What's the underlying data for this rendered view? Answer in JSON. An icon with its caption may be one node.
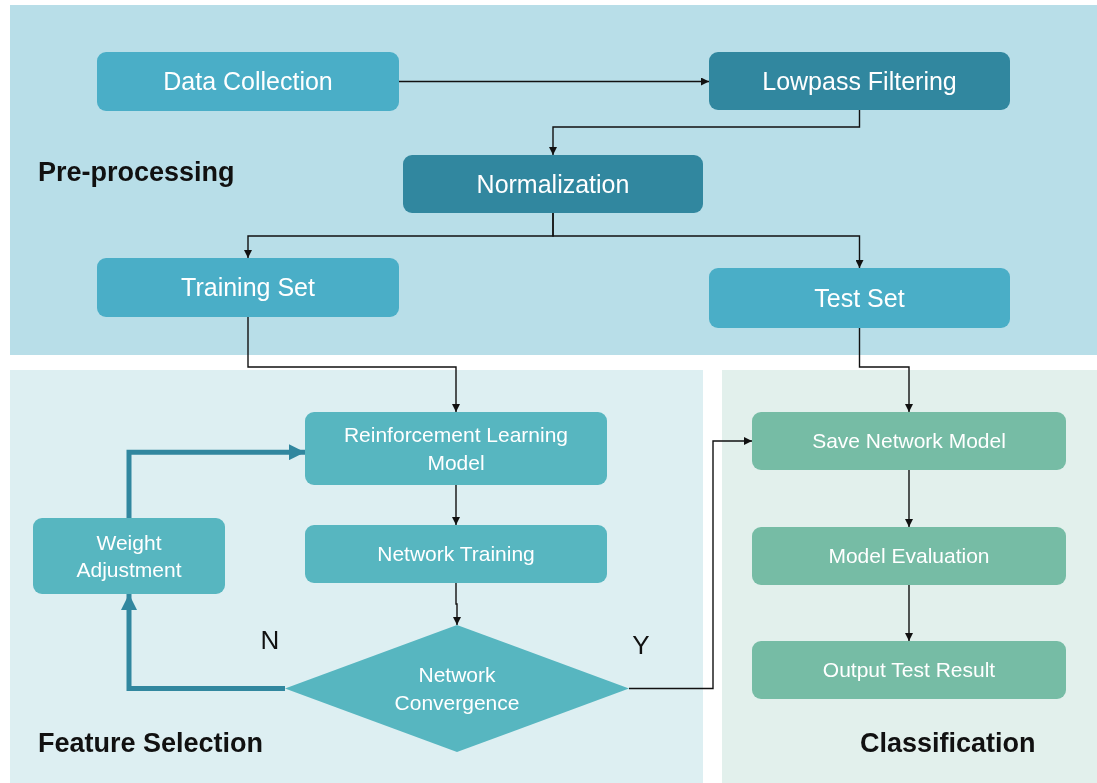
{
  "diagram": {
    "nodes": [
      {
        "text": [
          "Pre-processing"
        ]
      },
      {
        "text": [
          "Data Collection"
        ],
        "in": 0
      },
      {
        "text": [
          "Lowpass Filtering"
        ],
        "in": 0
      },
      {
        "text": [
          "Normalization"
        ],
        "in": 0
      },
      {
        "text": [
          "Training Set"
        ],
        "in": 0
      },
      {
        "text": [
          "Test Set"
        ],
        "in": 0
      },
      {
        "text": [
          "Feature Selection"
        ]
      },
      {
        "text": [
          "Reinforcement Learning Model"
        ],
        "in": 6
      },
      {
        "text": [
          "Network Training"
        ],
        "in": 6
      },
      {
        "text": [
          "Weight Adjustment"
        ],
        "in": 6
      },
      {
        "text": [
          "Network Convergence"
        ],
        "in": 6
      },
      {
        "text": [
          "Classification"
        ]
      },
      {
        "text": [
          "Save Network Model"
        ],
        "in": 11
      },
      {
        "text": [
          "Model Evaluation"
        ],
        "in": 11
      },
      {
        "text": [
          "Output Test Result"
        ],
        "in": 11
      }
    ],
    "edges": [
      {
        "from": 1,
        "to": 2,
        "arrow": "to"
      },
      {
        "from": 2,
        "to": 3,
        "arrow": "to"
      },
      {
        "from": 3,
        "to": 4,
        "arrow": "to"
      },
      {
        "from": 3,
        "to": 5,
        "arrow": "to"
      },
      {
        "from": 4,
        "to": 7,
        "arrow": "to"
      },
      {
        "from": 5,
        "to": 12,
        "arrow": "to"
      },
      {
        "from": 7,
        "to": 8,
        "arrow": "to"
      },
      {
        "from": 8,
        "to": 10,
        "arrow": "to"
      },
      {
        "from": 10,
        "to": 9,
        "arrow": "to",
        "label": "N",
        "style": "thick",
        "color": "#31879f"
      },
      {
        "from": 9,
        "to": 7,
        "arrow": "to",
        "style": "thick",
        "color": "#31879f"
      },
      {
        "from": 10,
        "to": 12,
        "arrow": "to",
        "label": "Y"
      },
      {
        "from": 12,
        "to": 13,
        "arrow": "to"
      },
      {
        "from": 13,
        "to": 14,
        "arrow": "to"
      }
    ]
  }
}
